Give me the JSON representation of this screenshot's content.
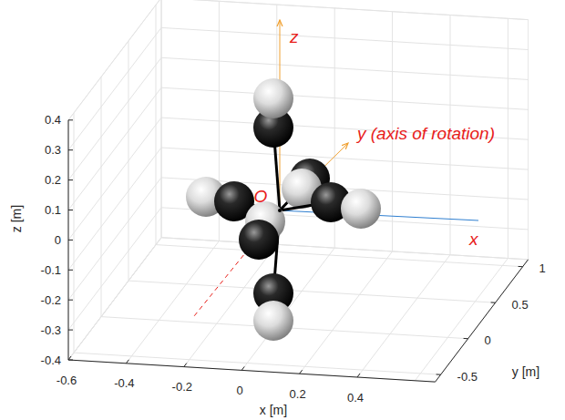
{
  "diagram": {
    "labels": [
      "0.4",
      "0.3",
      "0.2",
      "0.1",
      "0",
      "-0.1",
      "-0.2",
      "-0.3",
      "-0.4",
      "-0.6",
      "-0.4",
      "-0.2",
      "0",
      "0.2",
      "0.4",
      "-0.5",
      "0",
      "0.5",
      "1",
      "x [m]",
      "y [m]",
      "z [m]",
      "z",
      "y (axis of rotation)",
      "O",
      "x"
    ]
  }
}
